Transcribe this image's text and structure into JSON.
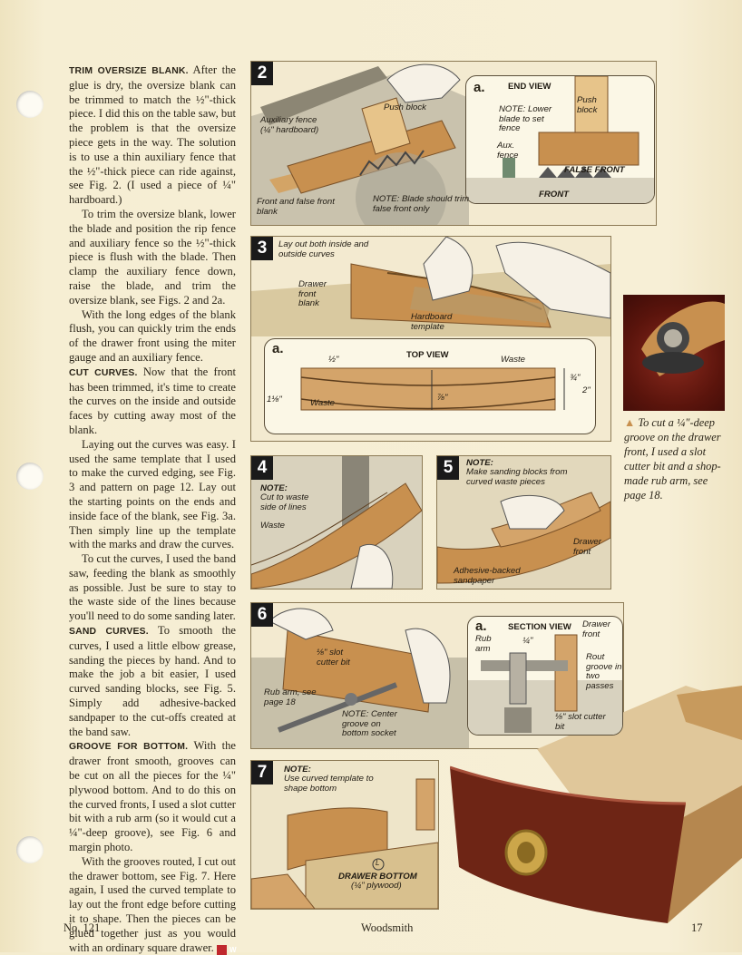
{
  "article": {
    "paragraphs": [
      {
        "heading": "TRIM OVERSIZE BLANK.",
        "text": " After the glue is dry, the oversize blank can be trimmed to match the ½\"-thick piece. I did this on the table saw, but the problem is that the oversize piece gets in the way. The solution is to use a thin auxiliary fence that the ½\"-thick piece can ride against, see Fig. 2. (I used a piece of ¼\" hardboard.)"
      },
      {
        "heading": "",
        "text": "To trim the oversize blank, lower the blade and position the rip fence and auxiliary fence so the ½\"-thick piece is flush with the blade. Then clamp the auxiliary fence down, raise the blade, and trim the oversize blank, see Figs. 2 and 2a."
      },
      {
        "heading": "",
        "text": "With the long edges of the blank flush, you can quickly trim the ends of the drawer front using the miter gauge and an auxiliary fence."
      },
      {
        "heading": "CUT CURVES.",
        "text": " Now that the front has been trimmed, it's time to create the curves on the inside and outside faces by cutting away most of the blank."
      },
      {
        "heading": "",
        "text": "Laying out the curves was easy. I used the same template that I used to make the curved edging, see Fig. 3 and pattern on page 12. Lay out the starting points on the ends and inside face of the blank, see Fig. 3a. Then simply line up the template with the marks and draw the curves."
      },
      {
        "heading": "",
        "text": "To cut the curves, I used the band saw, feeding the blank as smoothly as possible. Just be sure to stay to the waste side of the lines because you'll need to do some sanding later."
      },
      {
        "heading": "SAND CURVES.",
        "text": " To smooth the curves, I used a little elbow grease, sanding the pieces by hand. And to make the job a bit easier, I used curved sanding blocks, see Fig. 5. Simply add adhesive-backed sandpaper to the cut-offs created at the band saw."
      },
      {
        "heading": "GROOVE FOR BOTTOM.",
        "text": " With the drawer front smooth, grooves can be cut on all the pieces for the ¼\" plywood bottom. And to do this on the curved fronts, I used a slot cutter bit with a rub arm (so it would cut a ¼\"-deep groove), see Fig. 6 and margin photo."
      },
      {
        "heading": "",
        "text": "With the grooves routed, I cut out the drawer bottom, see Fig. 7. Here again, I used the curved template to lay out the front edge before cutting it to shape. Then the pieces can be glued together just as you would with an ordinary square drawer. "
      }
    ],
    "end_mark": "W"
  },
  "figures": {
    "fig2": {
      "number": "2",
      "labels": [
        "Push block",
        "Auxiliary fence",
        "(¼\" hardboard)",
        "Front and false front blank",
        "NOTE: Blade should trim false front only"
      ],
      "subview": {
        "letter": "a.",
        "title": "END VIEW",
        "note": "NOTE: Lower blade to set fence",
        "labels": [
          "Push block",
          "Aux. fence",
          "FALSE FRONT",
          "FRONT"
        ]
      }
    },
    "fig3": {
      "number": "3",
      "labels": [
        "Lay out both inside and outside curves",
        "Drawer front blank",
        "Hardboard template"
      ],
      "subview": {
        "letter": "a.",
        "title": "TOP VIEW",
        "labels": [
          "½\"",
          "Waste",
          "¾\"",
          "2\"",
          "1⅛\"",
          "Waste",
          "⅞\""
        ]
      }
    },
    "fig4": {
      "number": "4",
      "labels": [
        "NOTE:",
        "Cut to waste side of lines",
        "Waste"
      ]
    },
    "fig5": {
      "number": "5",
      "labels": [
        "NOTE:",
        "Make sanding blocks from curved waste pieces",
        "Drawer front",
        "Adhesive-backed sandpaper"
      ]
    },
    "fig6": {
      "number": "6",
      "labels": [
        "⅛\" slot cutter bit",
        "Rub arm, see page 18",
        "NOTE: Center groove on bottom socket"
      ],
      "subview": {
        "letter": "a.",
        "title": "SECTION VIEW",
        "labels": [
          "Rub arm",
          "¼\"",
          "Drawer front",
          "Rout groove in two passes",
          "⅛\" slot cutter bit"
        ]
      }
    },
    "fig7": {
      "number": "7",
      "labels": [
        "NOTE:",
        "Use curved template to shape bottom",
        "L",
        "DRAWER BOTTOM",
        "(¼\" plywood)"
      ]
    }
  },
  "margin": {
    "caption": "To cut a ¼\"-deep groove on the drawer front, I used a slot cutter bit and a shop-made rub arm, see page 18.",
    "bullet": "▲"
  },
  "footer": {
    "left": "No. 121",
    "center": "Woodsmith",
    "right": "17"
  },
  "colors": {
    "wood": "#c8904f",
    "dark_wood": "#6e2515",
    "mark_red": "#c0282d"
  }
}
